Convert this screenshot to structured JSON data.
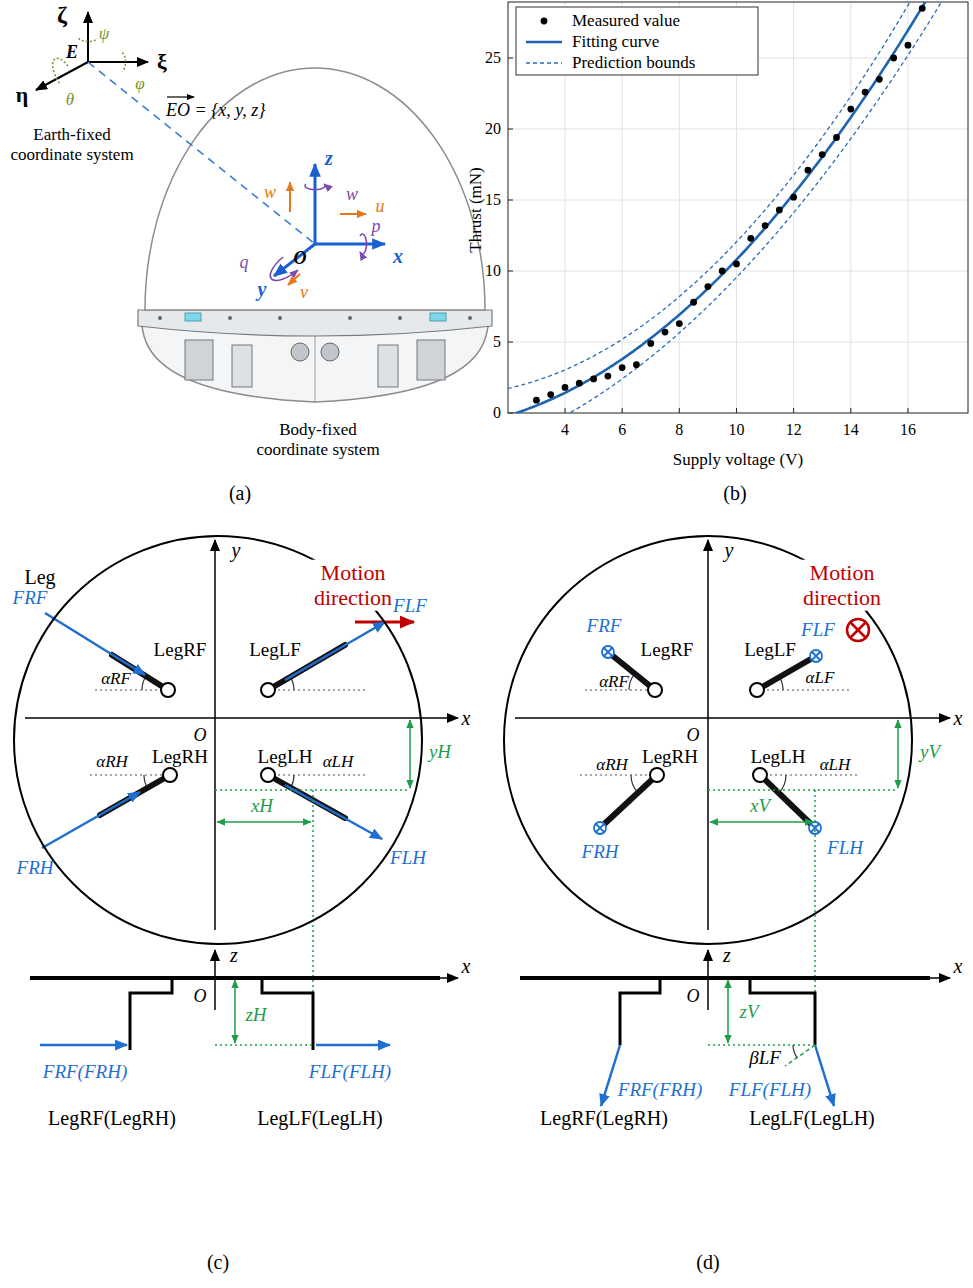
{
  "diagram": {
    "nodes": [
      {
        "text": [
          "LegRF",
          "LegLF",
          "LegRH",
          "LegLH"
        ]
      },
      {
        "text": [
          "LegRF",
          "LegLF",
          "LegRH",
          "LegLH"
        ]
      }
    ],
    "labels": [
      "ζ",
      "E",
      "ξ",
      "η",
      "ψ",
      "θ",
      "φ",
      "Earth-fixed coordinate system",
      "EO = {x, y, z}",
      "w",
      "z",
      "w",
      "u",
      "x",
      "O",
      "p",
      "q",
      "y",
      "v",
      "Body-fixed coordinate system",
      "(a)",
      "0",
      "5",
      "10",
      "15",
      "20",
      "25",
      "Thrust (mN)",
      "4",
      "6",
      "8",
      "10",
      "12",
      "14",
      "16",
      "Supply voltage (V)",
      "(b)",
      "Leg",
      "y",
      "Motion direction",
      "FRF",
      "αRF",
      "FLF",
      "O",
      "x",
      "yH",
      "αRH",
      "αLH",
      "xH",
      "FRH",
      "FLH",
      "z",
      "x",
      "O",
      "zH",
      "FRF(FRH)",
      "FLF(FLH)",
      "LegRF(LegRH)",
      "LegLF(LegLH)",
      "(c)",
      "y",
      "Motion direction",
      "FRF",
      "FLF",
      "αRF",
      "αLF",
      "O",
      "x",
      "yV",
      "FRH",
      "αRH",
      "xV",
      "FLH",
      "αLH",
      "z",
      "x",
      "O",
      "zV",
      "βLF",
      "FRF(FRH)",
      "FLF(FLH)",
      "LegRF(LegRH)",
      "LegLF(LegLH)",
      "(d)"
    ],
    "legend": [
      {
        "text": "Measured value"
      },
      {
        "text": "Fitting curve"
      },
      {
        "text": "Prediction bounds"
      }
    ]
  }
}
